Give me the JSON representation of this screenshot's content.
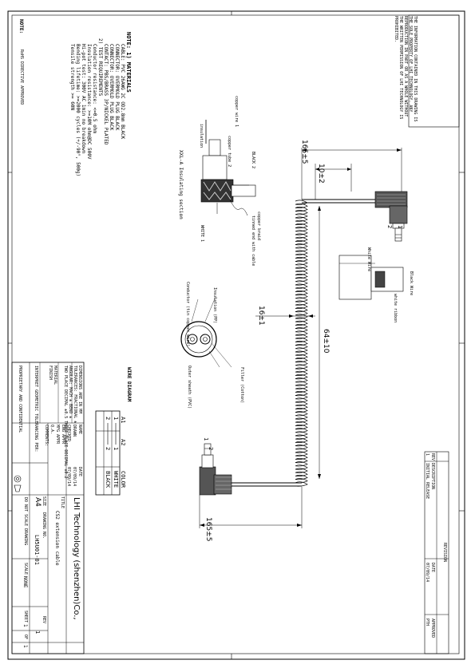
{
  "page": {
    "width": 595,
    "height": 842
  },
  "title_block": {
    "company": "LHI Technology (shenzhen)Co.,",
    "title_label": "TITLE",
    "title": "CS2 extension cable",
    "part_no": "LH5U01-01",
    "size_label": "SIZE",
    "size": "A4",
    "scale_label": "SCALE",
    "scale": "NONE",
    "sheet_label": "SHEET",
    "sheet": "1",
    "of_label": "OF",
    "of": "1",
    "rev_label": "REV",
    "rev": "1",
    "do_not_scale": "DO NOT SCALE DRAWING",
    "drawing_no_label": "DRAWING NO."
  },
  "approval_block": {
    "rows": [
      "NAME",
      "DRAWN",
      "CHECKED",
      "ENG APPR",
      "MFG APPR",
      "Q.A.",
      "COMMENTS:"
    ],
    "dates": [
      "DATE",
      "07/09/14",
      "07/09/14"
    ],
    "dimensions_note": "DIMENSIONS ARE IN MM",
    "tolerances": "TOLERANCES: FRACTIONAL ±",
    "angular": "ANGULAR: MACH ± BEND ±",
    "decimal": "TWO PLACE DECIMAL ±0.5 THREE PLACE DECIMAL ±0.2",
    "material": "MATERIAL",
    "finish": "FINISH",
    "interpret": "INTERPRET GEOMETRIC TOLERANCING PER:",
    "proprietary": "PROPRIETARY AND CONFIDENTIAL"
  },
  "revision_block": {
    "header": "REVISION",
    "cols": [
      "REV",
      "DESCRIPTION",
      "DATE",
      "APPROVED"
    ],
    "rev": "1",
    "description": "INITIAL RELEASE",
    "date": "07/09/14",
    "approved": "PTH"
  },
  "confidential_note": "THE INFORMATION CONTAINED IN THIS DRAWING IS THE SOLE PROPERTY OF LHI TECHNOLOGY. ANY REPRODUCTION IN PART OR AS A WHOLE WITHOUT THE WRITTEN PERMISSION OF LHI TECHNOLOGY IS PROHIBITED.",
  "notes": {
    "heading": "NOTE: 1) MATERIALS",
    "lines": [
      "CABLE: PVC 26AWG 2C OD2.8mm BLACK",
      "CONNECTOR: OVERMOLD PLUG BLACK",
      "CONNECTOR: OVERMOLD PLUG BLACK",
      "CONTACT: PBS/BRASS 3P/NICKEL PLATED",
      "2) TEST REQUIREMENTS",
      "Conductor resistance: <=0.5 ohm",
      "Insulation resistance: >=10M ohm@DC 500V",
      "Hi-pot test: 300V AC 1min no breakdown",
      "Bending lifetime: >=2000 cycles (+/-90°, 500g)",
      "Tensile strength >= 60N"
    ],
    "note_label": "NOTE:",
    "rohs": "RoHS DIRECTIVE APPROVED"
  },
  "wire_diagram": {
    "title": "WIRE DIAGRAM",
    "headers": [
      "A1",
      "A2",
      "COLOR"
    ],
    "rows": [
      {
        "a1": "1",
        "a2": "1",
        "color": "WHITE"
      },
      {
        "a1": "2",
        "a2": "2",
        "color": "BLACK"
      }
    ]
  },
  "dimensions": {
    "top_length": "165±5",
    "strip": "10±2",
    "coil_length": "64±10",
    "coil_dia": "16±1",
    "bottom_length": "165±5"
  },
  "section_labels": {
    "copper_wire": "copper wire 1",
    "copper_tube": "copper tube 2",
    "insulation": "insulation",
    "black": "BLACK 2",
    "white": "WHITE 1",
    "copper_braid": "copper braid",
    "tinned": "tinned end with cable",
    "section_title": "XXL-A Insulating section",
    "conductor": "Conductor (tin copper wire)",
    "insulation2": "Insulation (PP)",
    "filler": "Filler (Cotton)",
    "outer_sheath": "Outer sheath (PVC)",
    "white_wire": "White Wire",
    "black_wire": "Black Wire",
    "white_ribbon": "white ribbon"
  },
  "plug_labels": {
    "one": "1",
    "two": "2"
  }
}
